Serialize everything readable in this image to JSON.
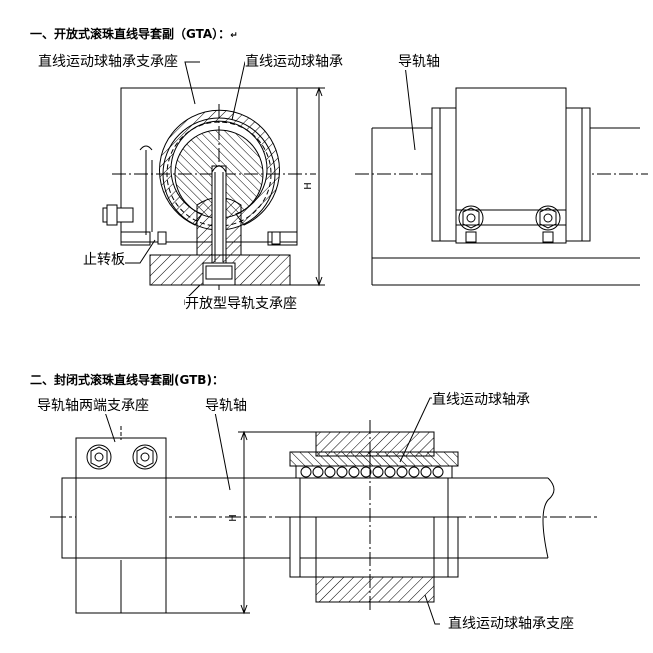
{
  "section1": {
    "title": "一、开放式滚珠直线导套副（GTA）：",
    "return_mark": "↵",
    "labels": {
      "bearing_housing": "直线运动球轴承支承座",
      "ball_bearing": "直线运动球轴承",
      "guide_shaft": "导轨轴",
      "stop_plate": "止转板",
      "open_support": "开放型导轨支承座",
      "height_symbol": "H"
    }
  },
  "section2": {
    "title": "二、封闭式滚珠直线导套副(GTB)：",
    "labels": {
      "end_support": "导轨轴两端支承座",
      "guide_shaft": "导轨轴",
      "ball_bearing": "直线运动球轴承",
      "bearing_housing": "直线运动球轴承支座",
      "height_symbol": "H"
    }
  },
  "colors": {
    "line": "#000000",
    "center_line": "#000000",
    "background": "#ffffff"
  }
}
